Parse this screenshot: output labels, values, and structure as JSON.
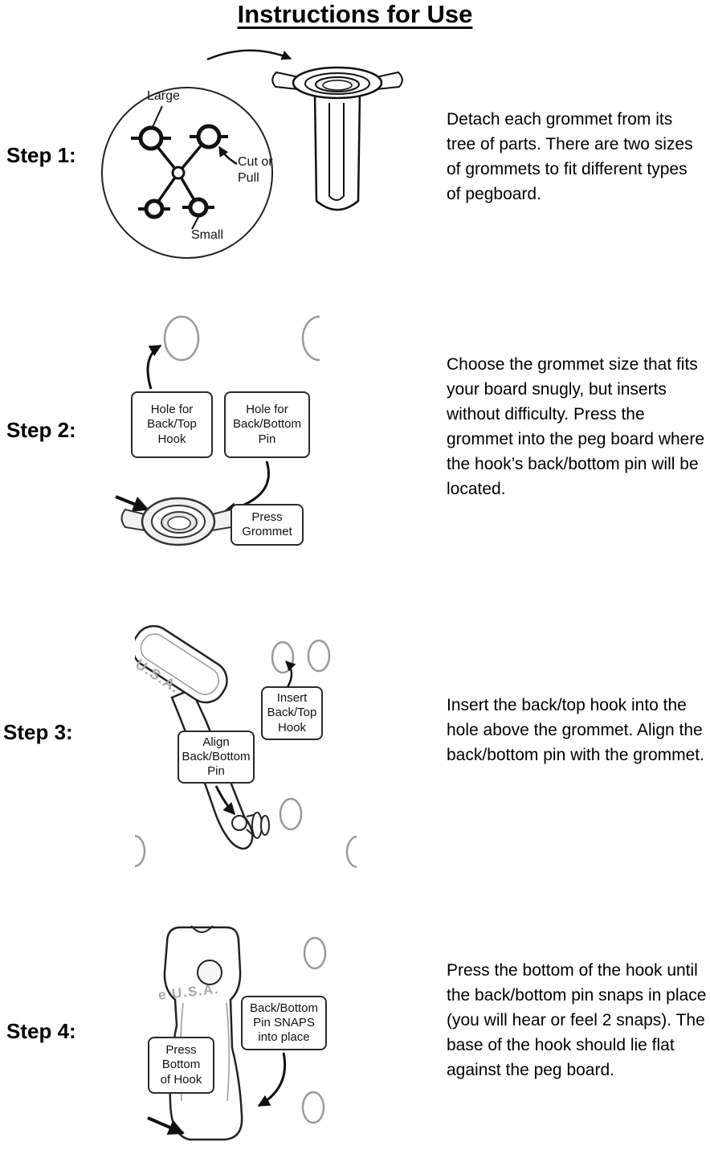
{
  "title": "Instructions for Use",
  "steps": [
    {
      "label": "Step 1:",
      "description": "Detach each grommet from its tree of parts. There are two sizes of grommets to fit different types of pegboard.",
      "callouts": {
        "large": "Large",
        "small": "Small",
        "cut_or_pull": "Cut or\nPull"
      }
    },
    {
      "label": "Step 2:",
      "description": "Choose the grommet size that fits your board snugly, but inserts without difficulty. Press the grommet into the peg board where the hook’s back/bottom pin will be located.",
      "callouts": {
        "hole_top": "Hole for\nBack/Top\nHook",
        "hole_bottom": "Hole for\nBack/Bottom\nPin",
        "press_grommet": "Press\nGrommet"
      }
    },
    {
      "label": "Step 3:",
      "description": "Insert the back/top hook into the hole above the grommet. Align the back/bottom pin with the grommet.",
      "callouts": {
        "insert_hook": "Insert\nBack/Top\nHook",
        "align_pin": "Align\nBack/Bottom\nPin",
        "usa_text": "U.S.A."
      }
    },
    {
      "label": "Step 4:",
      "description": "Press the bottom of the hook until the back/bottom pin snaps in place (you will hear or feel 2 snaps). The base of the hook should lie flat against the peg board.",
      "callouts": {
        "pin_snaps": "Back/Bottom\nPin SNAPS\ninto place",
        "press_bottom": "Press\nBottom\nof Hook",
        "usa_text": "e U.S.A."
      }
    }
  ]
}
